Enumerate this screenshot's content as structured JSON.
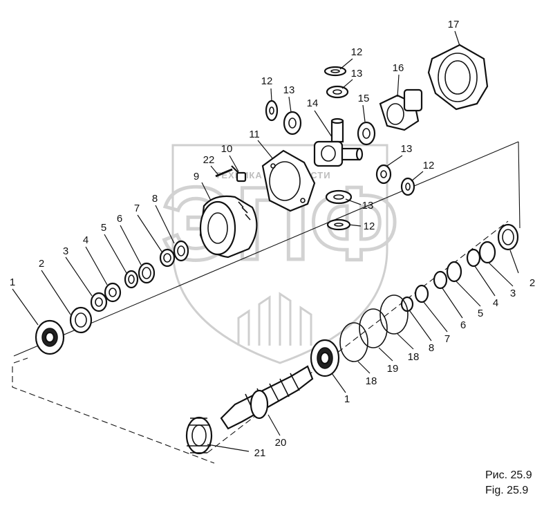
{
  "figure": {
    "caption_ru": "Рис. 25.9",
    "caption_en": "Fig. 25.9"
  },
  "watermark": {
    "line": "ТЕХНИКА И ЗАПЧАСТИ",
    "letters": "ЭПФ"
  },
  "callouts": {
    "c1a": "1",
    "c2a": "2",
    "c3a": "3",
    "c4a": "4",
    "c5a": "5",
    "c6a": "6",
    "c7a": "7",
    "c8a": "8",
    "c9": "9",
    "c10": "10",
    "c11": "11",
    "c22": "22",
    "c12a": "12",
    "c13a": "13",
    "c14": "14",
    "c12b": "12",
    "c13b": "13",
    "c15": "15",
    "c16": "16",
    "c17": "17",
    "c13c": "13",
    "c12c": "12",
    "c13d": "13",
    "c12d": "12",
    "c2b": "2",
    "c3b": "3",
    "c4b": "4",
    "c5b": "5",
    "c6b": "6",
    "c7b": "7",
    "c8b": "8",
    "c18a": "18",
    "c19": "19",
    "c18b": "18",
    "c1b": "1",
    "c20": "20",
    "c21": "21"
  }
}
